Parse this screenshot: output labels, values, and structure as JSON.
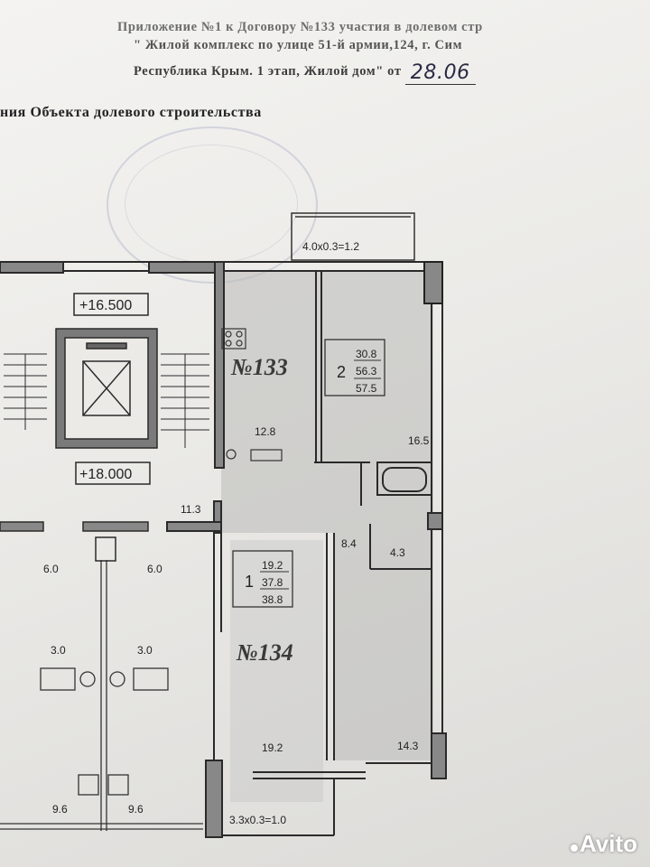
{
  "header": {
    "line1": "Приложение №1 к Договору №133 участия в долевом стр",
    "line2": "\" Жилой комплекс по улице 51-й армии,124, г. Сим",
    "line3_prefix": "Республика Крым. 1 этап, Жилой дом\" от",
    "line3_date": "28.06",
    "line4": "ния Объекта долевого строительства"
  },
  "plan": {
    "elevation_top": "+16.500",
    "elevation_mid": "+18.000",
    "balcony_top": "4.0x0.3=1.2",
    "balcony_bottom": "3.3x0.3=1.0",
    "apt133": {
      "label": "№133",
      "rooms": "2",
      "living": "30.8",
      "total": "56.3",
      "total_with_balcony": "57.5",
      "room_areas": [
        "12.8",
        "16.5",
        "11.3",
        "8.4",
        "4.3",
        "14.3"
      ]
    },
    "apt134": {
      "label": "№134",
      "rooms": "1",
      "living": "19.2",
      "total": "37.8",
      "total_with_balcony": "38.8",
      "room_areas": [
        "19.2"
      ]
    },
    "other_areas": [
      "6.0",
      "6.0",
      "3.0",
      "3.0",
      "9.6",
      "9.6"
    ]
  },
  "watermark": "Avito"
}
